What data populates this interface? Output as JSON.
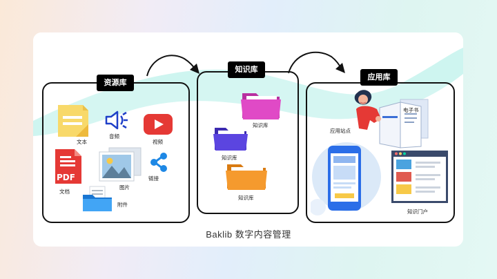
{
  "panels": {
    "resource": {
      "title": "资源库",
      "items": {
        "text": "文本",
        "audio": "音频",
        "video": "视频",
        "doc": "文档",
        "image": "图片",
        "link": "链接",
        "attachment": "附件"
      },
      "pdf_badge": "PDF"
    },
    "knowledge": {
      "title": "知识库",
      "folders": [
        "知识库",
        "知识库",
        "知识库"
      ]
    },
    "application": {
      "title": "应用库",
      "items": {
        "ebook": "电子书",
        "app_site": "应用站点",
        "portal": "知识门户"
      }
    }
  },
  "footer": "Baklib 数字内容管理",
  "colors": {
    "wave": "#c9f4ee",
    "folder_pink": "#e04ac6",
    "folder_purple": "#5b45e0",
    "folder_orange": "#f59a2e",
    "phone_blue": "#2b6ee8"
  }
}
